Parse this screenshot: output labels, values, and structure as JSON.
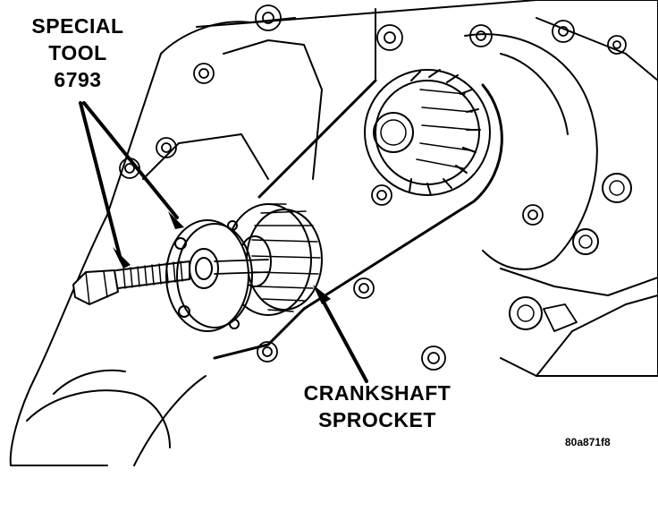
{
  "labels": {
    "special_tool": [
      "SPECIAL",
      "TOOL",
      "6793"
    ],
    "crankshaft_sprocket": [
      "CRANKSHAFT",
      "SPROCKET"
    ],
    "figure_id": "80a871f8"
  },
  "colors": {
    "ink": "#000000",
    "paper": "#ffffff"
  }
}
